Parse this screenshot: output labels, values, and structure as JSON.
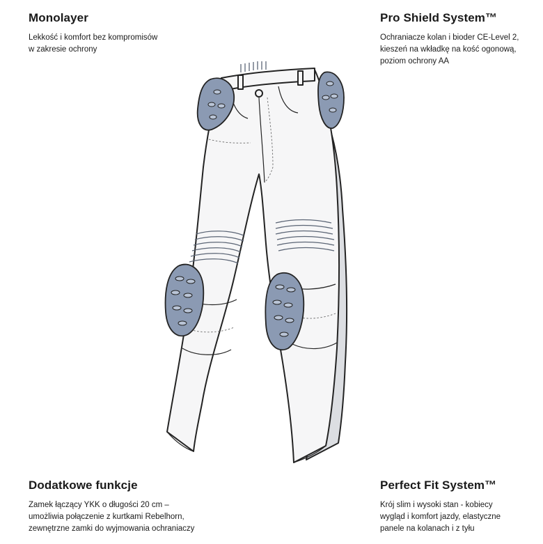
{
  "features": {
    "monolayer": {
      "title": "Monolayer",
      "lines": [
        "Lekkość i komfort bez kompromisów",
        "w zakresie ochrony"
      ]
    },
    "pro_shield": {
      "title": "Pro Shield System™",
      "lines": [
        "Ochraniacze kolan i bioder CE-Level 2,",
        "kieszeń na wkładkę na kość ogonową,",
        "poziom ochrony AA"
      ]
    },
    "extra": {
      "title": "Dodatkowe funkcje",
      "lines": [
        "Zamek łączący YKK o długości 20 cm –",
        "umożliwia połączenie z kurtkami Rebelhorn,",
        "zewnętrzne zamki do wyjmowania ochraniaczy"
      ]
    },
    "perfect_fit": {
      "title": "Perfect Fit System™",
      "lines": [
        "Krój slim i wysoki stan - kobiecy",
        "wygląd i komfort jazdy, elastyczne",
        "panele na kolanach i z tyłu"
      ]
    }
  },
  "illustration": {
    "icon": "motorcycle-trousers-illustration",
    "colors": {
      "fabric": "#f6f6f7",
      "shade": "#dcdee2",
      "armor": "#8b9ab3",
      "outline": "#232323"
    }
  }
}
